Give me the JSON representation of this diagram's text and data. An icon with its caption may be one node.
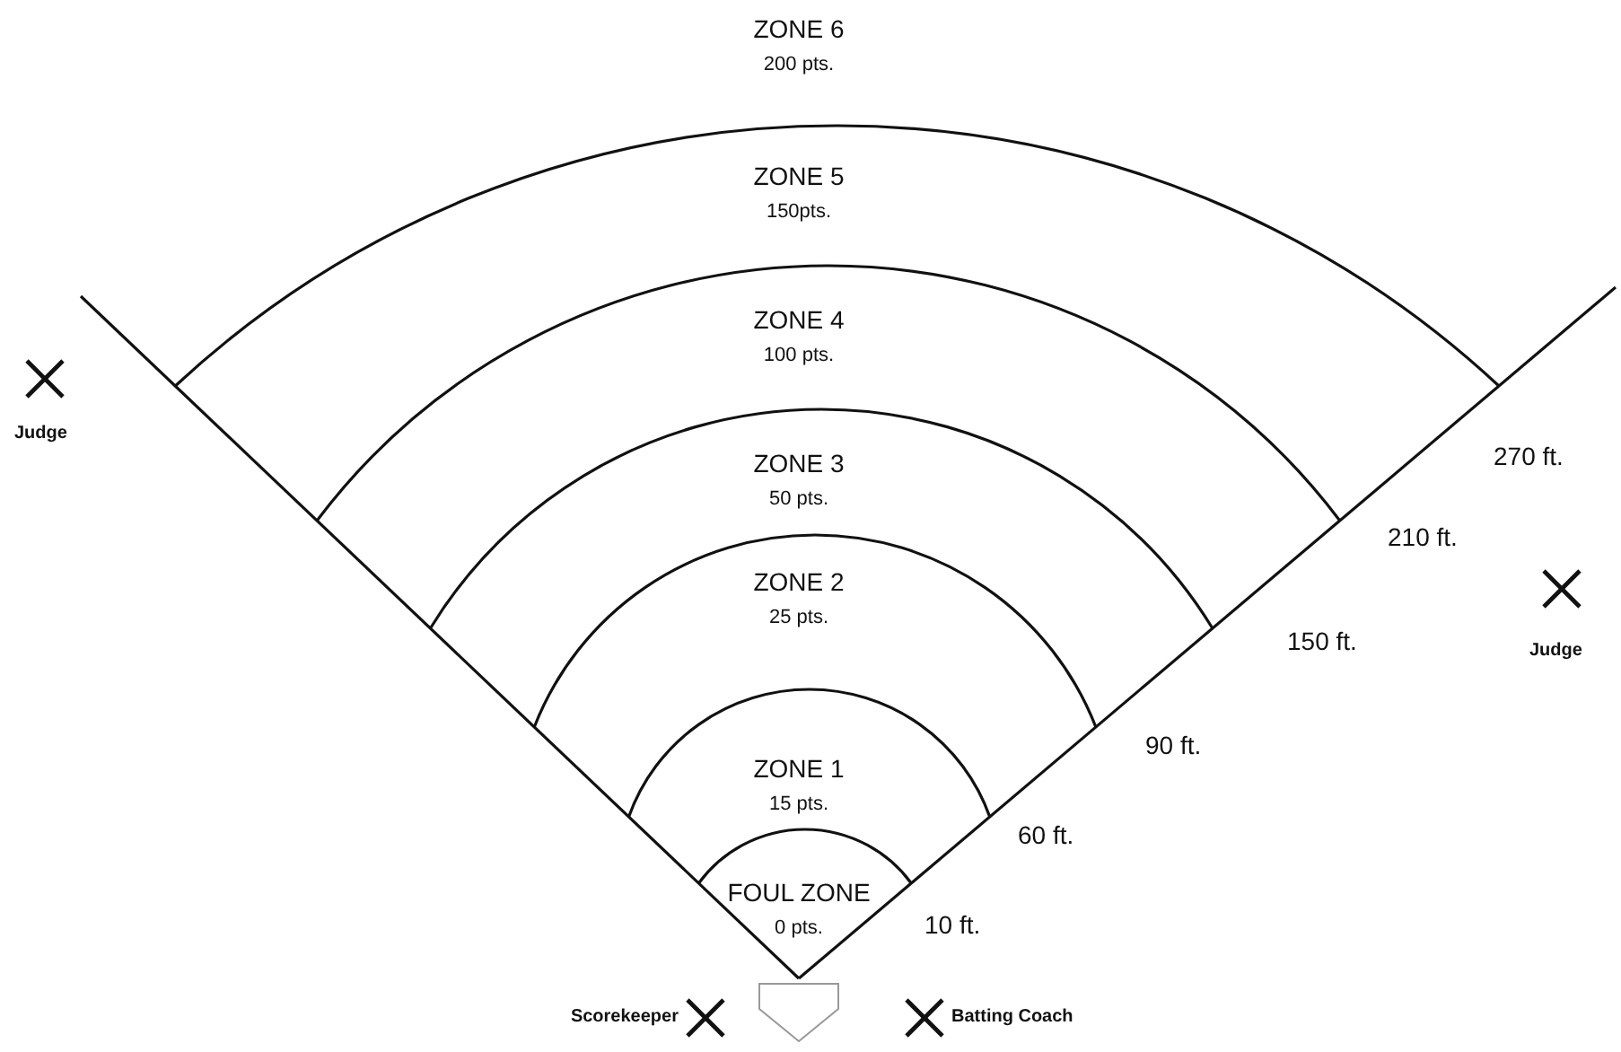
{
  "diagram": {
    "nodes": [
      {
        "text": [
          "ZONE 6",
          "200 pts."
        ]
      },
      {
        "text": [
          "ZONE 5",
          "150pts."
        ]
      },
      {
        "text": [
          "ZONE 4",
          "100 pts."
        ]
      },
      {
        "text": [
          "ZONE 3",
          "50 pts."
        ]
      },
      {
        "text": [
          "ZONE 2",
          "25 pts."
        ]
      },
      {
        "text": [
          "ZONE 1",
          "15 pts."
        ]
      },
      {
        "text": [
          "FOUL ZONE",
          "0 pts."
        ]
      }
    ],
    "labels": [
      "Judge",
      "270 ft.",
      "210 ft.",
      "150 ft.",
      "Judge",
      "90 ft.",
      "60 ft.",
      "10 ft.",
      "Scorekeeper",
      "Batting Coach"
    ]
  }
}
